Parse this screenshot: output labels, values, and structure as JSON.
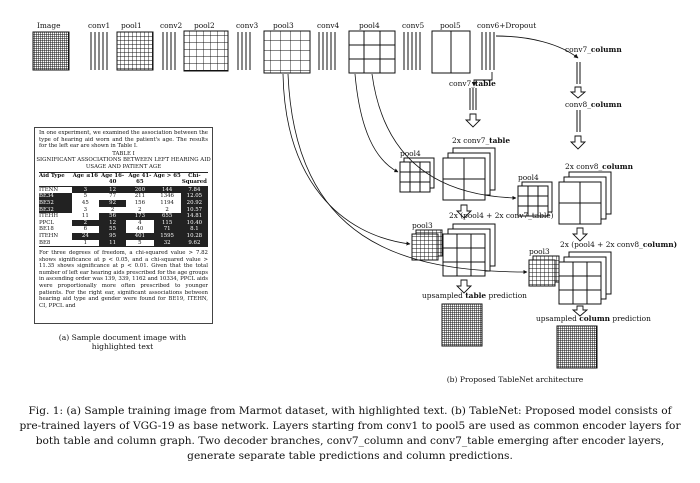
{
  "encoder": {
    "image_label": "Image",
    "conv1_label": "conv1",
    "pool1_label": "pool1",
    "conv2_label": "conv2",
    "pool2_label": "pool2",
    "conv3_label": "conv3",
    "pool3_label": "pool3",
    "conv4_label": "conv4",
    "pool4_label": "pool4",
    "conv5_label": "conv5",
    "pool5_label": "pool5",
    "conv6_label": "conv6+Dropout"
  },
  "table_branch": {
    "conv7_prefix": "conv7_",
    "conv7_suffix": "table",
    "upsample2x_prefix": "2x conv7_",
    "upsample2x_suffix": "table",
    "pool4_label": "pool4",
    "sum_label": "2x (pool4 + 2x conv7_table)",
    "pool3_label": "pool3",
    "prediction_prefix": "upsampled ",
    "prediction_bold": "table",
    "prediction_suffix": " prediction"
  },
  "column_branch": {
    "conv7_prefix": "conv7_",
    "conv7_suffix": "column",
    "conv8_prefix": "conv8_",
    "conv8_suffix": "column",
    "upsample2x_prefix": "2x conv8_",
    "upsample2x_suffix": "column",
    "pool4_label": "pool4",
    "sum_prefix": "2x (pool4 + 2x conv8_",
    "sum_suffix": "column)",
    "pool3_label": "pool3",
    "prediction_prefix": "upsampled ",
    "prediction_bold": "column",
    "prediction_suffix": " prediction"
  },
  "sample_document": {
    "intro": "In one experiment, we examined the association between the type of hearing aid worn and the patient's age. The results for the left ear are shown in Table I.",
    "table_title": "TABLE I",
    "table_subtitle": "SIGNIFICANT ASSOCIATIONS BETWEEN LEFT HEARING AID USAGE AND PATIENT AGE",
    "headers": [
      "Aid Type",
      "Age ≤16",
      "Age 16-40",
      "Age 41-65",
      "Age > 65",
      "Chi-Squared"
    ],
    "rows": [
      [
        "ITENN",
        "3",
        "12",
        "260",
        "144",
        "7.84"
      ],
      [
        "BE34",
        "5",
        "77",
        "211",
        "1346",
        "12.05"
      ],
      [
        "BE52",
        "45",
        "92",
        "156",
        "1194",
        "20.92"
      ],
      [
        "BE32",
        "3",
        "2",
        "2",
        "2",
        "10.57"
      ],
      [
        "ITEHH",
        "11",
        "56",
        "173",
        "655",
        "14.81"
      ],
      [
        "PPCL",
        "2",
        "12",
        "4",
        "115",
        "10.40"
      ],
      [
        "BE18",
        "6",
        "55",
        "40",
        "71",
        "8.1"
      ],
      [
        "ITEHN",
        "24",
        "95",
        "401",
        "1595",
        "10.28"
      ],
      [
        "BE8",
        "1",
        "11",
        "5",
        "32",
        "9.62"
      ]
    ],
    "closing": "For three degrees of freedom, a chi-squared value > 7.82 shows significance at p < 0.05, and a chi-squared value > 11.35 shows significance at p < 0.01. Given that the total number of left ear hearing aids prescribed for the age groups in ascending order was 139, 339, 1162 and 10334, PPCL aids were proportionally more often prescribed to younger patients. For the right ear, significant associations between hearing aid type and gender were found for BE19, ITEHN, CI, PPCL and",
    "caption_line1": "(a)  Sample document image with",
    "caption_line2": "highlighted text"
  },
  "diagram_caption": "(b) Proposed TableNet architecture",
  "figure_caption": "Fig. 1: (a) Sample training image from Marmot dataset, with highlighted text. (b) TableNet: Proposed model consists of pre-trained layers of VGG-19 as base network. Layers starting from conv1 to pool5 are used as common encoder layers for both table and column graph. Two decoder branches, conv7_column and conv7_table emerging after encoder layers, generate separate table predictions and column predictions."
}
